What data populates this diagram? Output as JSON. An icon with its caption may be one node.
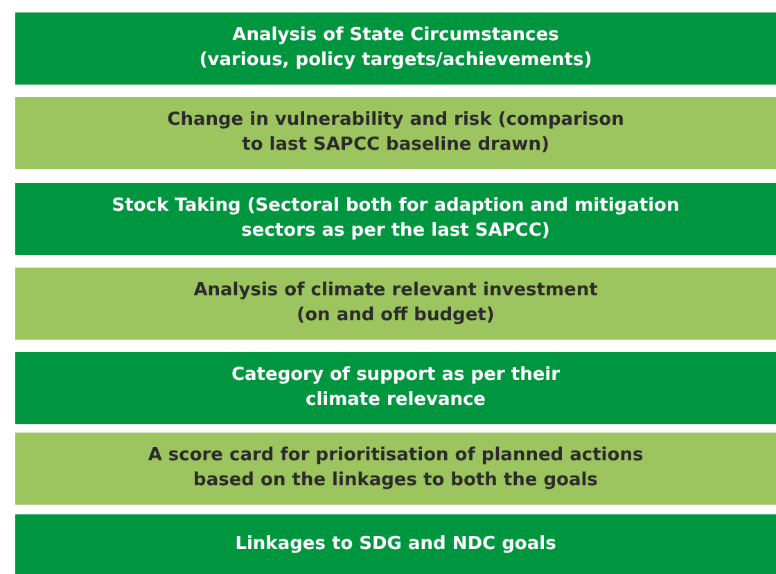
{
  "diagram": {
    "nodes": [
      {
        "text": [
          "Analysis of State Circumstances (various, policy targets/achievements)"
        ]
      },
      {
        "text": [
          "Change in vulnerability and risk (comparison to last SAPCC baseline drawn)"
        ]
      },
      {
        "text": [
          "Stock Taking (Sectoral both for adaption and mitigation sectors as per the last SAPCC)"
        ]
      },
      {
        "text": [
          "Analysis of climate relevant investment (on and off budget)"
        ]
      },
      {
        "text": [
          "Category of support as per their climate relevance"
        ]
      },
      {
        "text": [
          "A score card for prioritisation of planned actions based on the linkages to both the goals"
        ]
      },
      {
        "text": [
          "Linkages to SDG and NDC goals"
        ]
      }
    ]
  }
}
